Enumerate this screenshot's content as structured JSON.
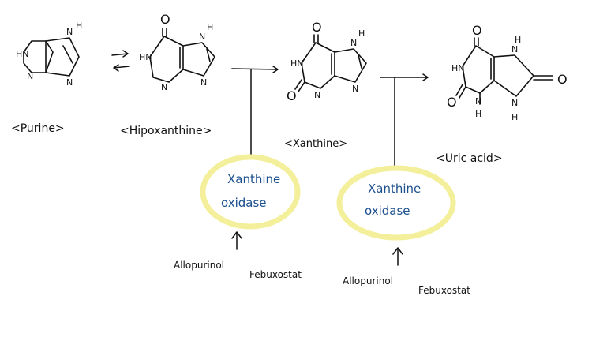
{
  "molecules": {
    "purine": {
      "label": "<Purine>",
      "atoms": {
        "n1": "HN",
        "n3": "N",
        "n7": "N",
        "n9": "N",
        "h9": "H"
      }
    },
    "hypoxanthine": {
      "label": "<Hipoxanthine>",
      "atoms": {
        "o6": "O",
        "n1": "HN",
        "n3": "N",
        "n7": "N",
        "n9": "N",
        "h9": "H"
      }
    },
    "xanthine": {
      "label": "<Xanthine>",
      "atoms": {
        "o6": "O",
        "o2": "O",
        "n1": "HN",
        "n3": "N",
        "n7": "N",
        "n9": "N",
        "h9": "H"
      }
    },
    "uric_acid": {
      "label": "<Uric acid>",
      "atoms": {
        "o6": "O",
        "o2": "O",
        "o8": "O",
        "n1": "HN",
        "n3": "N",
        "h3": "H",
        "n7": "N",
        "h7": "H",
        "n9": "N",
        "h9": "H"
      }
    }
  },
  "enzymes": [
    {
      "label_line1": "Xanthine",
      "label_line2": "oxidase"
    },
    {
      "label_line1": "Xanthine",
      "label_line2": "oxidase"
    }
  ],
  "inhibitors": [
    {
      "drug1": "Allopurinol",
      "drug2": "Febuxostat"
    },
    {
      "drug1": "Allopurinol",
      "drug2": "Febuxostat"
    }
  ],
  "colors": {
    "enzyme_text": "#1b4f8f",
    "enzyme_highlight": "#f3ef9a",
    "ink": "#111111"
  }
}
